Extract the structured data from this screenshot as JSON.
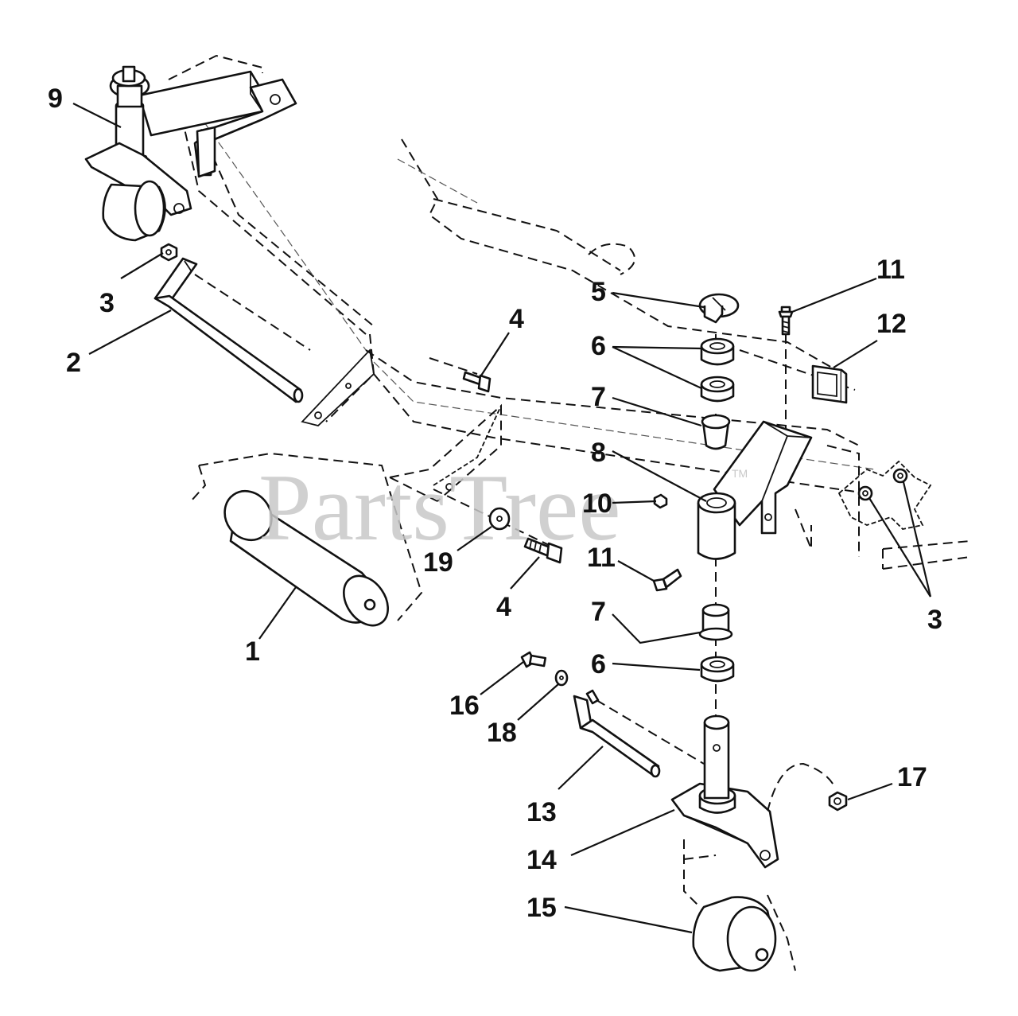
{
  "watermark": {
    "text": "PartsTree",
    "tm": "TM"
  },
  "callouts": [
    "9",
    "3",
    "2",
    "4",
    "5",
    "11",
    "12",
    "6",
    "7",
    "8",
    "10",
    "19",
    "4",
    "1",
    "11",
    "7",
    "3",
    "6",
    "16",
    "18",
    "13",
    "17",
    "14",
    "15"
  ],
  "parts": {
    "roller": "roller",
    "axle": "roller-axle",
    "caster_pin": "caster-pin",
    "caster_wheel_front": "caster-wheel",
    "caster_wheel_rear": "caster-wheel",
    "bushing": "bushing",
    "flange_bushing": "flange-bushing",
    "caster_tube": "caster-tube",
    "plug": "square-plug"
  }
}
